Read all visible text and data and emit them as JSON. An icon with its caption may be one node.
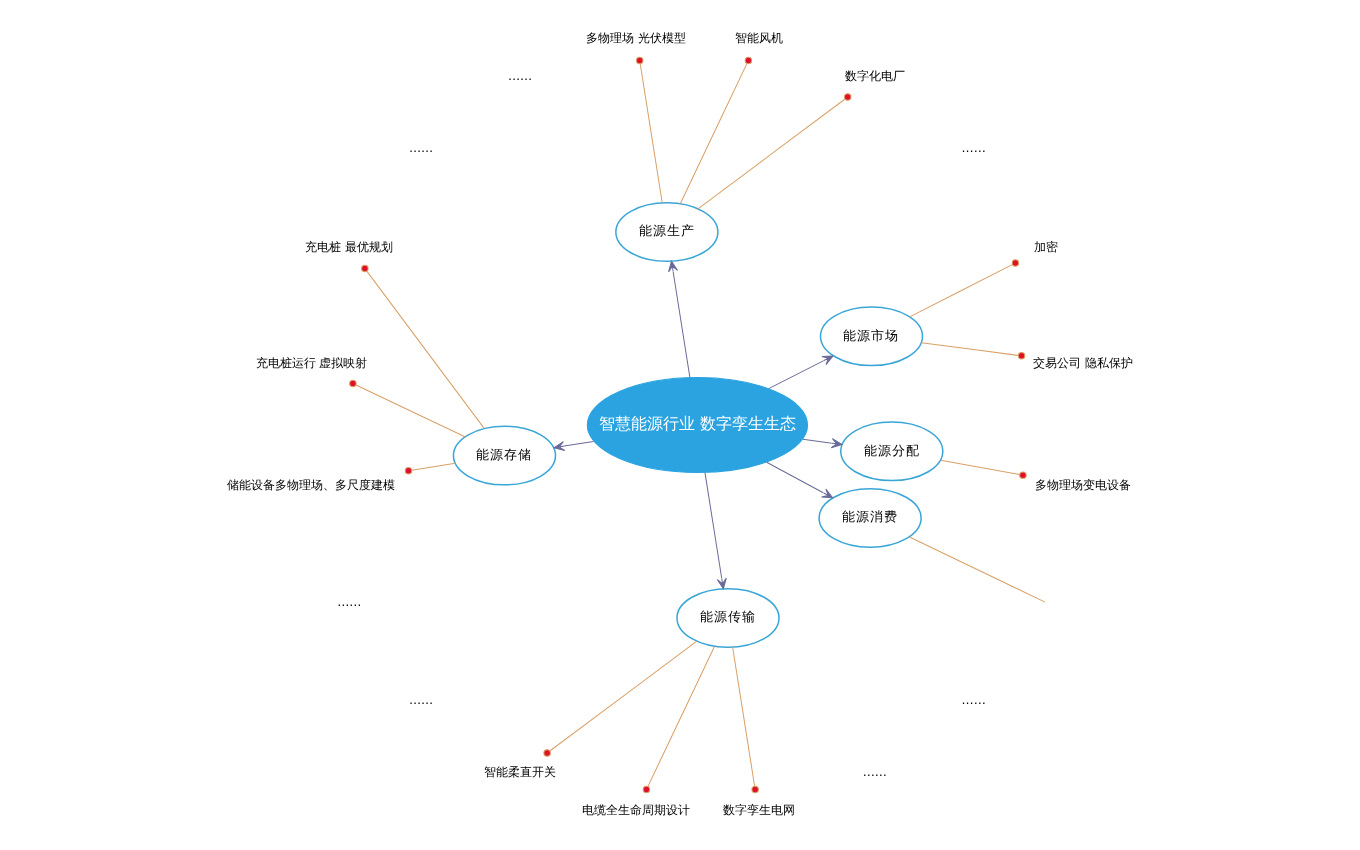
{
  "diagram": {
    "nodes": [
      {
        "text": [
          "智慧能源行业 数字孪生生态"
        ]
      },
      {
        "text": [
          "能源市场"
        ]
      },
      {
        "text": [
          "能源生产"
        ]
      },
      {
        "text": [
          "能源存储"
        ]
      },
      {
        "text": [
          "能源传输"
        ]
      },
      {
        "text": [
          "能源消费"
        ]
      },
      {
        "text": [
          "能源分配"
        ]
      },
      {
        "text": [
          "交易公司 隐私保护"
        ]
      },
      {
        "text": [
          "加密"
        ]
      },
      {
        "text": [
          "数字化电厂"
        ]
      },
      {
        "text": [
          "智能风机"
        ]
      },
      {
        "text": [
          "多物理场 光伏模型"
        ]
      },
      {
        "text": [
          "充电桩 最优规划"
        ]
      },
      {
        "text": [
          "充电桩运行 虚拟映射"
        ]
      },
      {
        "text": [
          "储能设备多物理场、多尺度建模"
        ]
      },
      {
        "text": [
          "智能柔直开关"
        ]
      },
      {
        "text": [
          "电缆全生命周期设计"
        ]
      },
      {
        "text": [
          "数字孪生电网"
        ]
      },
      {
        "text": [
          "多物理场变电设备"
        ]
      }
    ],
    "edges": [
      {
        "from": 0,
        "to": 1,
        "arrow": "to",
        "color": "#6a6a9a"
      },
      {
        "from": 0,
        "to": 2,
        "arrow": "to",
        "color": "#6a6a9a"
      },
      {
        "from": 0,
        "to": 3,
        "arrow": "to",
        "color": "#6a6a9a"
      },
      {
        "from": 0,
        "to": 4,
        "arrow": "to",
        "color": "#6a6a9a"
      },
      {
        "from": 0,
        "to": 5,
        "arrow": "to",
        "color": "#6a6a9a"
      },
      {
        "from": 0,
        "to": 6,
        "arrow": "to",
        "color": "#6a6a9a"
      },
      {
        "from": 1,
        "to": 7,
        "arrow": "other"
      },
      {
        "from": 1,
        "to": 8,
        "arrow": "other"
      },
      {
        "from": 2,
        "to": 9,
        "arrow": "other"
      },
      {
        "from": 2,
        "to": 10,
        "arrow": "other"
      },
      {
        "from": 2,
        "to": 11,
        "arrow": "other"
      },
      {
        "from": 3,
        "to": 12,
        "arrow": "other"
      },
      {
        "from": 3,
        "to": 13,
        "arrow": "other"
      },
      {
        "from": 3,
        "to": 14,
        "arrow": "other"
      },
      {
        "from": 4,
        "to": 15,
        "arrow": "other"
      },
      {
        "from": 4,
        "to": 16,
        "arrow": "other"
      },
      {
        "from": 4,
        "to": 17,
        "arrow": "other"
      },
      {
        "from": 6,
        "to": 18,
        "arrow": "other"
      },
      {
        "from": 5,
        "to": null,
        "arrow": "none"
      }
    ],
    "labels": [
      "……",
      "……",
      "……",
      "……",
      "……",
      "……",
      "……"
    ]
  }
}
